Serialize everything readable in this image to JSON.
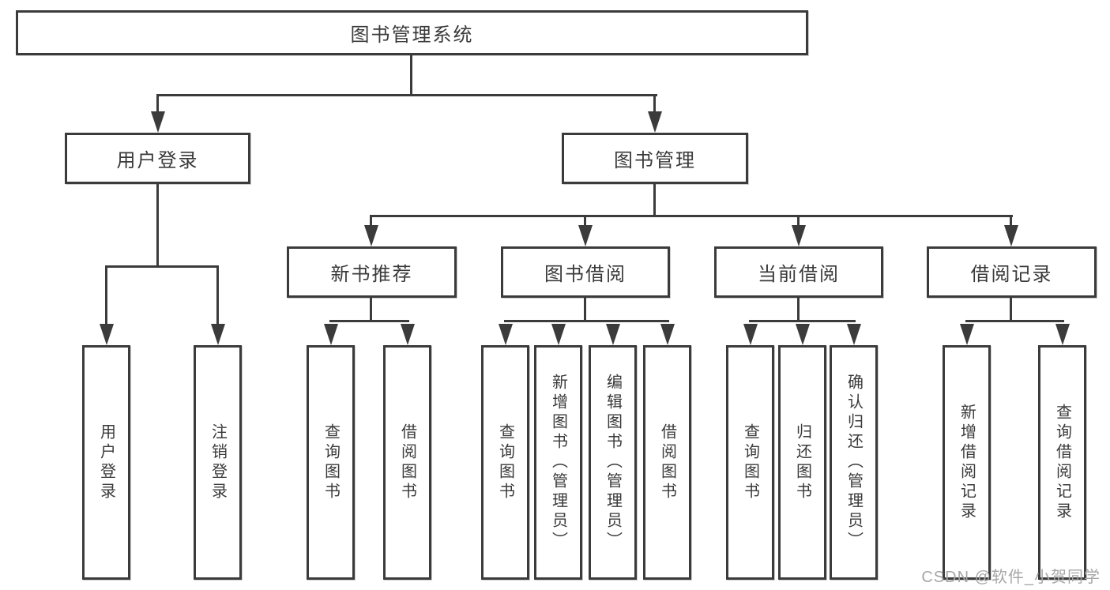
{
  "colors": {
    "line": "#3b3b3b",
    "box_border": "#3b3b3b",
    "text": "#3a3a3a",
    "watermark": "#a6a6a6",
    "background": "#ffffff"
  },
  "tree": {
    "label": "图书管理系统",
    "children": [
      {
        "label": "用户登录",
        "children": [
          {
            "label": "用户登录"
          },
          {
            "label": "注销登录"
          }
        ]
      },
      {
        "label": "图书管理",
        "children": [
          {
            "label": "新书推荐",
            "children": [
              {
                "label": "查询图书"
              },
              {
                "label": "借阅图书"
              }
            ]
          },
          {
            "label": "图书借阅",
            "children": [
              {
                "label": "查询图书"
              },
              {
                "label": "新增图书（管理员）"
              },
              {
                "label": "编辑图书（管理员）"
              },
              {
                "label": "借阅图书"
              }
            ]
          },
          {
            "label": "当前借阅",
            "children": [
              {
                "label": "查询图书"
              },
              {
                "label": "归还图书"
              },
              {
                "label": "确认归还（管理员）"
              }
            ]
          },
          {
            "label": "借阅记录",
            "children": [
              {
                "label": "新增借阅记录"
              },
              {
                "label": "查询借阅记录"
              }
            ]
          }
        ]
      }
    ]
  },
  "watermark": "CSDN @软件_小贺同学"
}
